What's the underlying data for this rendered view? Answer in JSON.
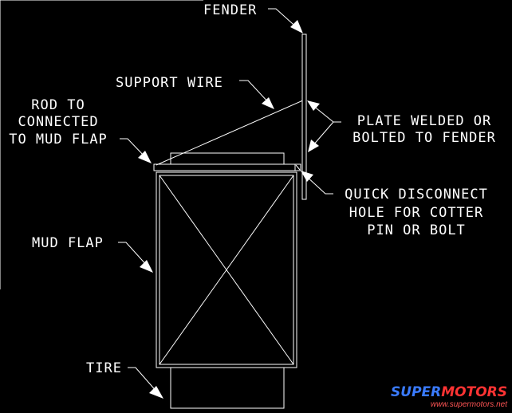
{
  "labels": {
    "fender": "FENDER",
    "support_wire": "SUPPORT WIRE",
    "rod_line1": "ROD TO",
    "rod_line2": "CONNECTED",
    "rod_line3": "TO MUD FLAP",
    "plate_line1": "PLATE WELDED OR",
    "plate_line2": "BOLTED TO FENDER",
    "quick_line1": "QUICK DISCONNECT",
    "quick_line2": "HOLE FOR COTTER",
    "quick_line3": "PIN OR BOLT",
    "mud_flap": "MUD FLAP",
    "tire": "TIRE"
  },
  "watermark": {
    "part1": "SUPER",
    "part2": "MOTORS",
    "url": "www.supermotors.net"
  },
  "colors": {
    "background": "#000000",
    "lines": "#ffffff",
    "logo_blue": "#3a7bff",
    "logo_red": "#ff3333"
  }
}
